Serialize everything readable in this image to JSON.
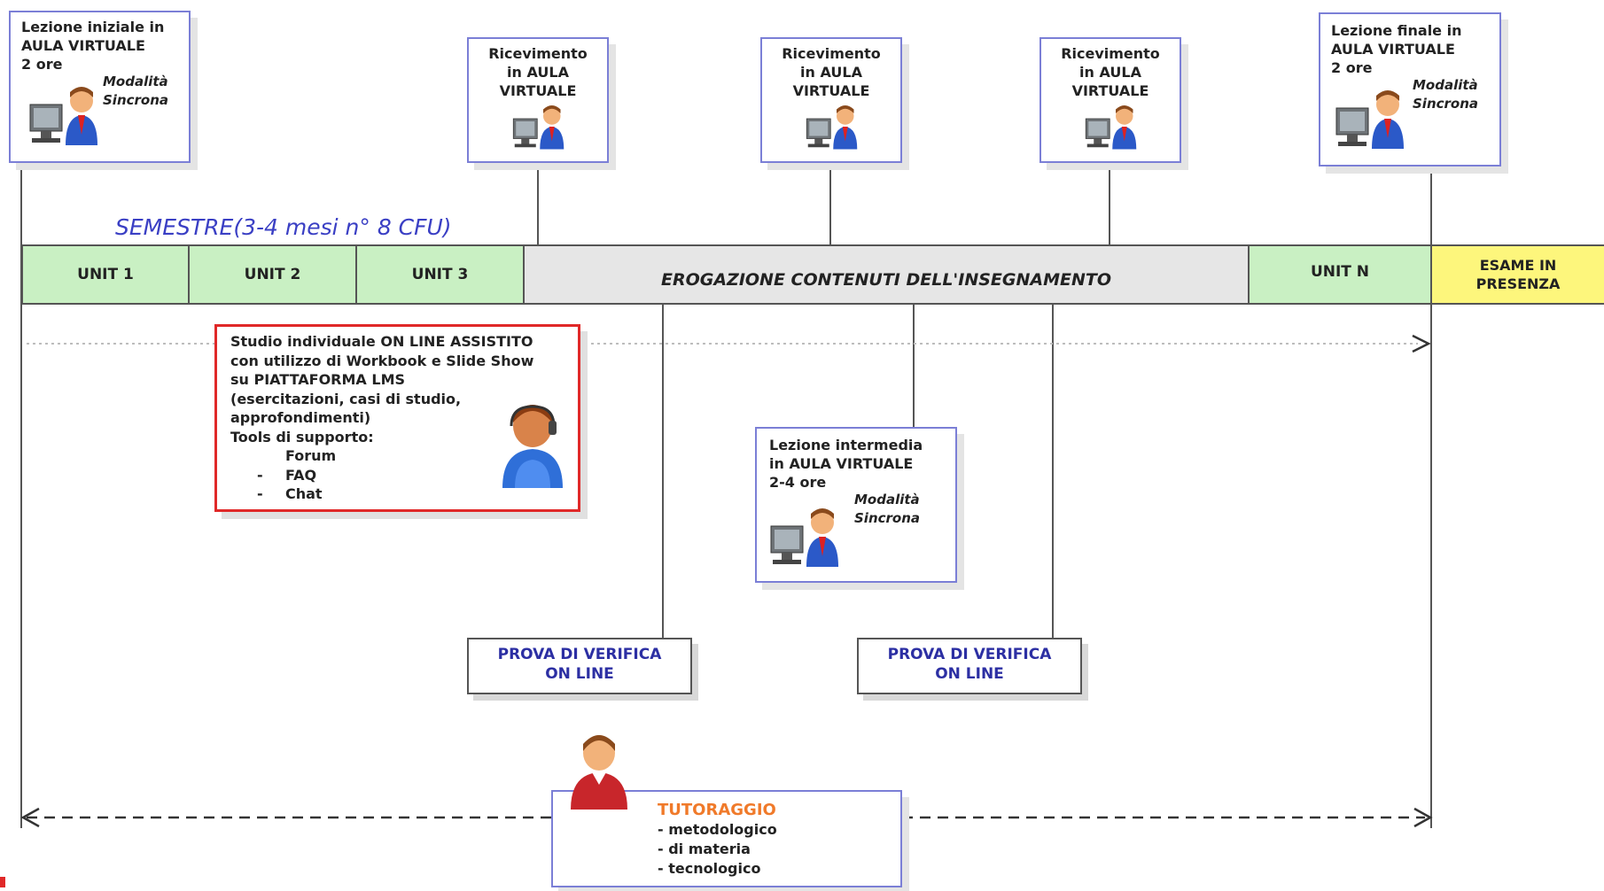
{
  "semester_label": "SEMESTRE(3-4 mesi  n° 8 CFU)",
  "top_boxes": {
    "lezione_iniziale": {
      "lines": [
        "Lezione iniziale in",
        "AULA VIRTUALE",
        "2 ore"
      ],
      "mode": [
        "Modalità",
        "Sincrona"
      ]
    },
    "ricevimento": [
      "Ricevimento",
      "in AULA",
      "VIRTUALE"
    ],
    "lezione_finale": {
      "lines": [
        "Lezione finale in",
        "AULA VIRTUALE",
        "2 ore"
      ],
      "mode": [
        "Modalità",
        "Sincrona"
      ]
    }
  },
  "timeline": {
    "units": [
      "UNIT 1",
      "UNIT 2",
      "UNIT 3"
    ],
    "erogazione": "EROGAZIONE CONTENUTI DELL'INSEGNAMENTO",
    "unit_n": "UNIT N",
    "esame": [
      "ESAME IN",
      "PRESENZA"
    ]
  },
  "studio": {
    "lines": [
      "Studio individuale ON LINE ASSISTITO",
      "con utilizzo di Workbook e Slide Show",
      "su PIATTAFORMA LMS",
      "(esercitazioni, casi di studio,",
      "approfondimenti)",
      "Tools di supporto:"
    ],
    "tools": [
      "Forum",
      "FAQ",
      "Chat"
    ],
    "bullet": "-"
  },
  "lezione_intermedia": {
    "lines": [
      "Lezione intermedia",
      "in AULA VIRTUALE",
      "2-4 ore"
    ],
    "mode": [
      "Modalità",
      "Sincrona"
    ]
  },
  "prova_verifica": [
    "PROVA DI VERIFICA",
    "ON LINE"
  ],
  "tutoraggio": {
    "title": "TUTORAGGIO",
    "items": [
      "- metodologico",
      "- di materia",
      "- tecnologico"
    ]
  },
  "colors": {
    "unit_green": "#c9f0c3",
    "erogazione_gray": "#e6e6e6",
    "esame_yellow": "#fdf67c",
    "box_border": "#7b7fd6",
    "studio_border": "#e02828",
    "semester_blue": "#3a3fc4",
    "verifica_text": "#2c2fa3",
    "tutor_title": "#f07a2a"
  }
}
